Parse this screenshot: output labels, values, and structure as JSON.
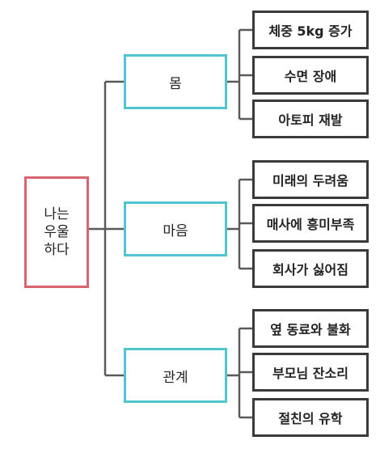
{
  "root": {
    "label": "나는\n우울\n하다"
  },
  "categories": [
    {
      "label": "몸",
      "items": [
        "체중 5kg 증가",
        "수면 장애",
        "아토피 재발"
      ]
    },
    {
      "label": "마음",
      "items": [
        "미래의 두려움",
        "매사에 흥미부족",
        "회사가 싫어짐"
      ]
    },
    {
      "label": "관계",
      "items": [
        "옆 동료와 불화",
        "부모님 잔소리",
        "절친의 유학"
      ]
    }
  ],
  "colors": {
    "root_border": "#d9646e",
    "category_border": "#4fc6cf",
    "leaf_border": "#3a3a3a",
    "connector": "#5a5a5a"
  }
}
